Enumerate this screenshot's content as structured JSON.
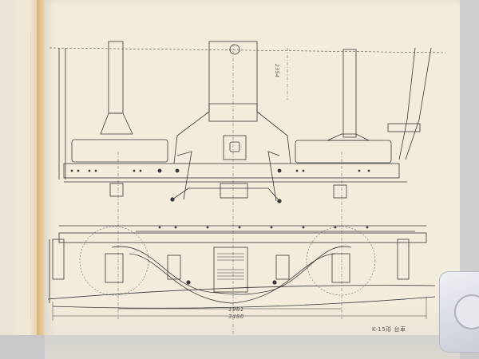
{
  "scene": {
    "subject": "Photograph of a book page showing a technical line drawing of a railway bogie (truck)",
    "views": [
      "plan view (top)",
      "side elevation (bottom)"
    ]
  },
  "drawing": {
    "dimensions": {
      "wheelbase": "1981",
      "overall_length": "3480",
      "vertical": "2354"
    },
    "caption": "K-15形 台車"
  },
  "colors": {
    "page": "#f3ecdc",
    "ink": "#3a3a3a",
    "background": "#cfcfd1",
    "spine": "#e2c9a0"
  }
}
